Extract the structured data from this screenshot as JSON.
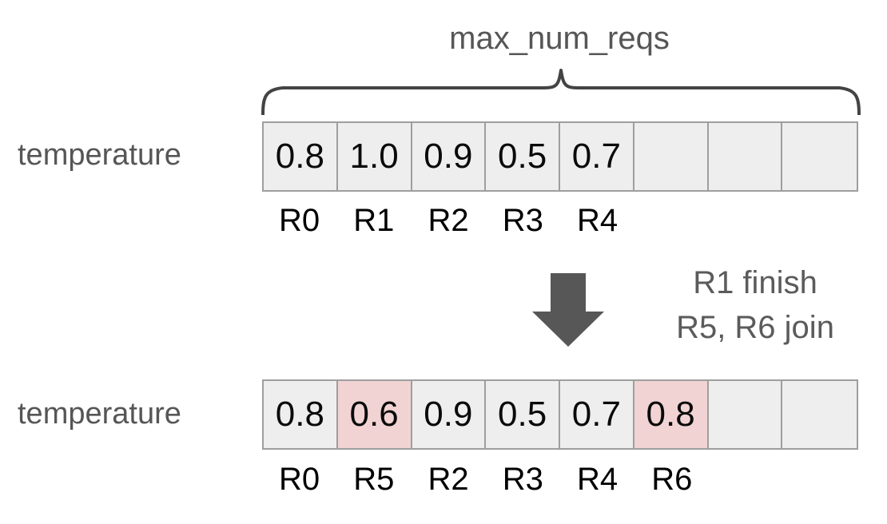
{
  "figure": {
    "bracket_label": "max_num_reqs",
    "transition_note": [
      "R1 finish",
      "R5, R6 join"
    ],
    "colors": {
      "slot_fill": "#eeeeee",
      "slot_border": "#9e9e9e",
      "highlight_fill": "#f2d3d3",
      "label_text": "#565656",
      "value_text": "#0a0a0a",
      "arrow_fill": "#575757",
      "brace_stroke": "#444444"
    }
  },
  "before": {
    "row_label": "temperature",
    "slot_count": 8,
    "slots": [
      {
        "value": "0.8",
        "highlight": false
      },
      {
        "value": "1.0",
        "highlight": false
      },
      {
        "value": "0.9",
        "highlight": false
      },
      {
        "value": "0.5",
        "highlight": false
      },
      {
        "value": "0.7",
        "highlight": false
      },
      {
        "value": "",
        "highlight": false
      },
      {
        "value": "",
        "highlight": false
      },
      {
        "value": "",
        "highlight": false
      }
    ],
    "req_ids": [
      "R0",
      "R1",
      "R2",
      "R3",
      "R4",
      "",
      "",
      ""
    ]
  },
  "after": {
    "row_label": "temperature",
    "slot_count": 8,
    "slots": [
      {
        "value": "0.8",
        "highlight": false
      },
      {
        "value": "0.6",
        "highlight": true
      },
      {
        "value": "0.9",
        "highlight": false
      },
      {
        "value": "0.5",
        "highlight": false
      },
      {
        "value": "0.7",
        "highlight": false
      },
      {
        "value": "0.8",
        "highlight": true
      },
      {
        "value": "",
        "highlight": false
      },
      {
        "value": "",
        "highlight": false
      }
    ],
    "req_ids": [
      "R0",
      "R5",
      "R2",
      "R3",
      "R4",
      "R6",
      "",
      ""
    ]
  }
}
